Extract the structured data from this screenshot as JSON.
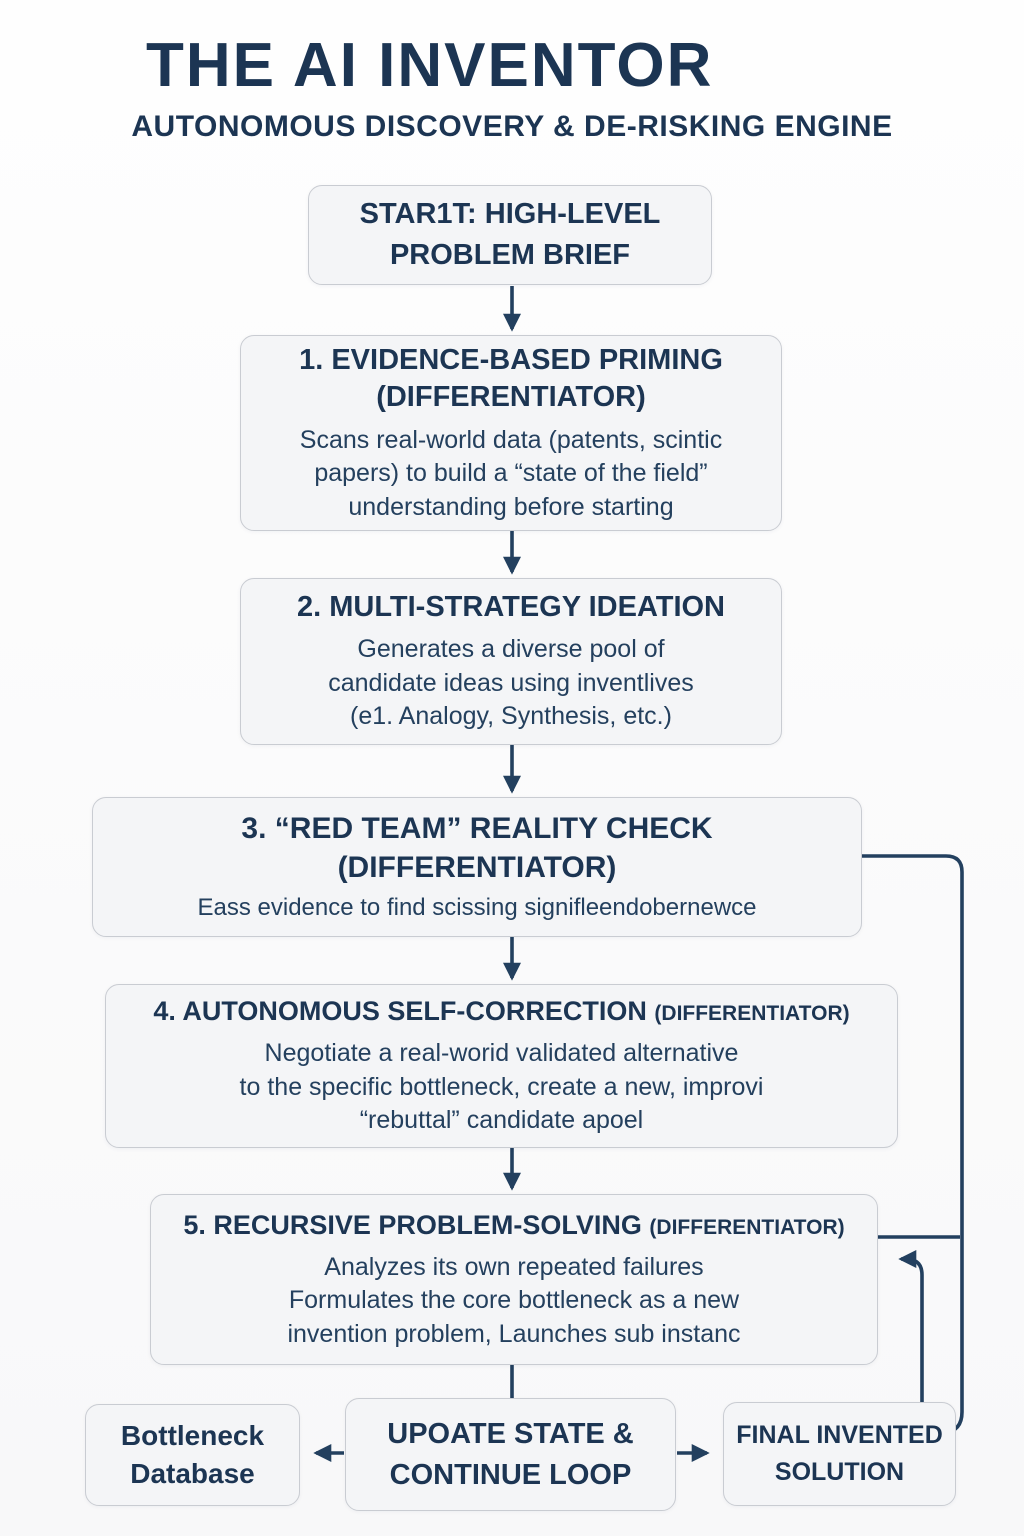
{
  "title": "THE AI INVENTOR",
  "subtitle": "AUTONOMOUS DISCOVERY & DE-RISKING ENGINE",
  "colors": {
    "navy_heading": "#1c3553",
    "body_text": "#24405e",
    "connector_line": "#23405f",
    "box_fill": "#f4f5f7",
    "box_border": "#c9ccd2",
    "background": "#fbfbfc"
  },
  "nodes": {
    "start": {
      "lines": [
        "STAR1T: HIGH-LEVEL",
        "PROBLEM BRIEF"
      ]
    },
    "step1": {
      "title": [
        "1. EVIDENCE-BASED PRIMING",
        "(DIFFERENTIATOR)"
      ],
      "body": [
        "Scans real-world data (patents, scintic",
        "papers) to build a “state of the field”",
        "understanding before starting"
      ]
    },
    "step2": {
      "title": [
        "2. MULTI-STRATEGY IDEATION"
      ],
      "body": [
        "Generates a diverse pool of",
        "candidate ideas using inventlives",
        "(e1. Analogy, Synthesis, etc.)"
      ]
    },
    "step3": {
      "title": [
        "3. “RED TEAM” REALITY CHECK",
        "(DIFFERENTIATOR)"
      ],
      "body": [
        "Eass evidence to find scissing signifleendobernewce"
      ]
    },
    "step4": {
      "title": "4. AUTONOMOUS SELF-CORRECTION",
      "tag": "(DIFFERENTIATOR)",
      "body": [
        "Negotiate a real-worid validated alternative",
        "to the specific bottleneck, create a new, improvi",
        "“rebuttal” candidate apoel"
      ]
    },
    "step5": {
      "title": "5. RECURSIVE PROBLEM-SOLVING",
      "tag": "(DIFFERENTIATOR)",
      "body": [
        "Analyzes its own repeated failures",
        "Formulates the core bottleneck as a new",
        "invention problem, Launches sub instanc"
      ]
    },
    "bottleneck_db": {
      "lines": [
        "Bottleneck",
        "Database"
      ]
    },
    "update_state": {
      "lines": [
        "UPOATE STATE &",
        "CONTINUE LOOP"
      ]
    },
    "final_solution": {
      "lines": [
        "FINAL INVENTED",
        "SOLUTION"
      ]
    }
  }
}
